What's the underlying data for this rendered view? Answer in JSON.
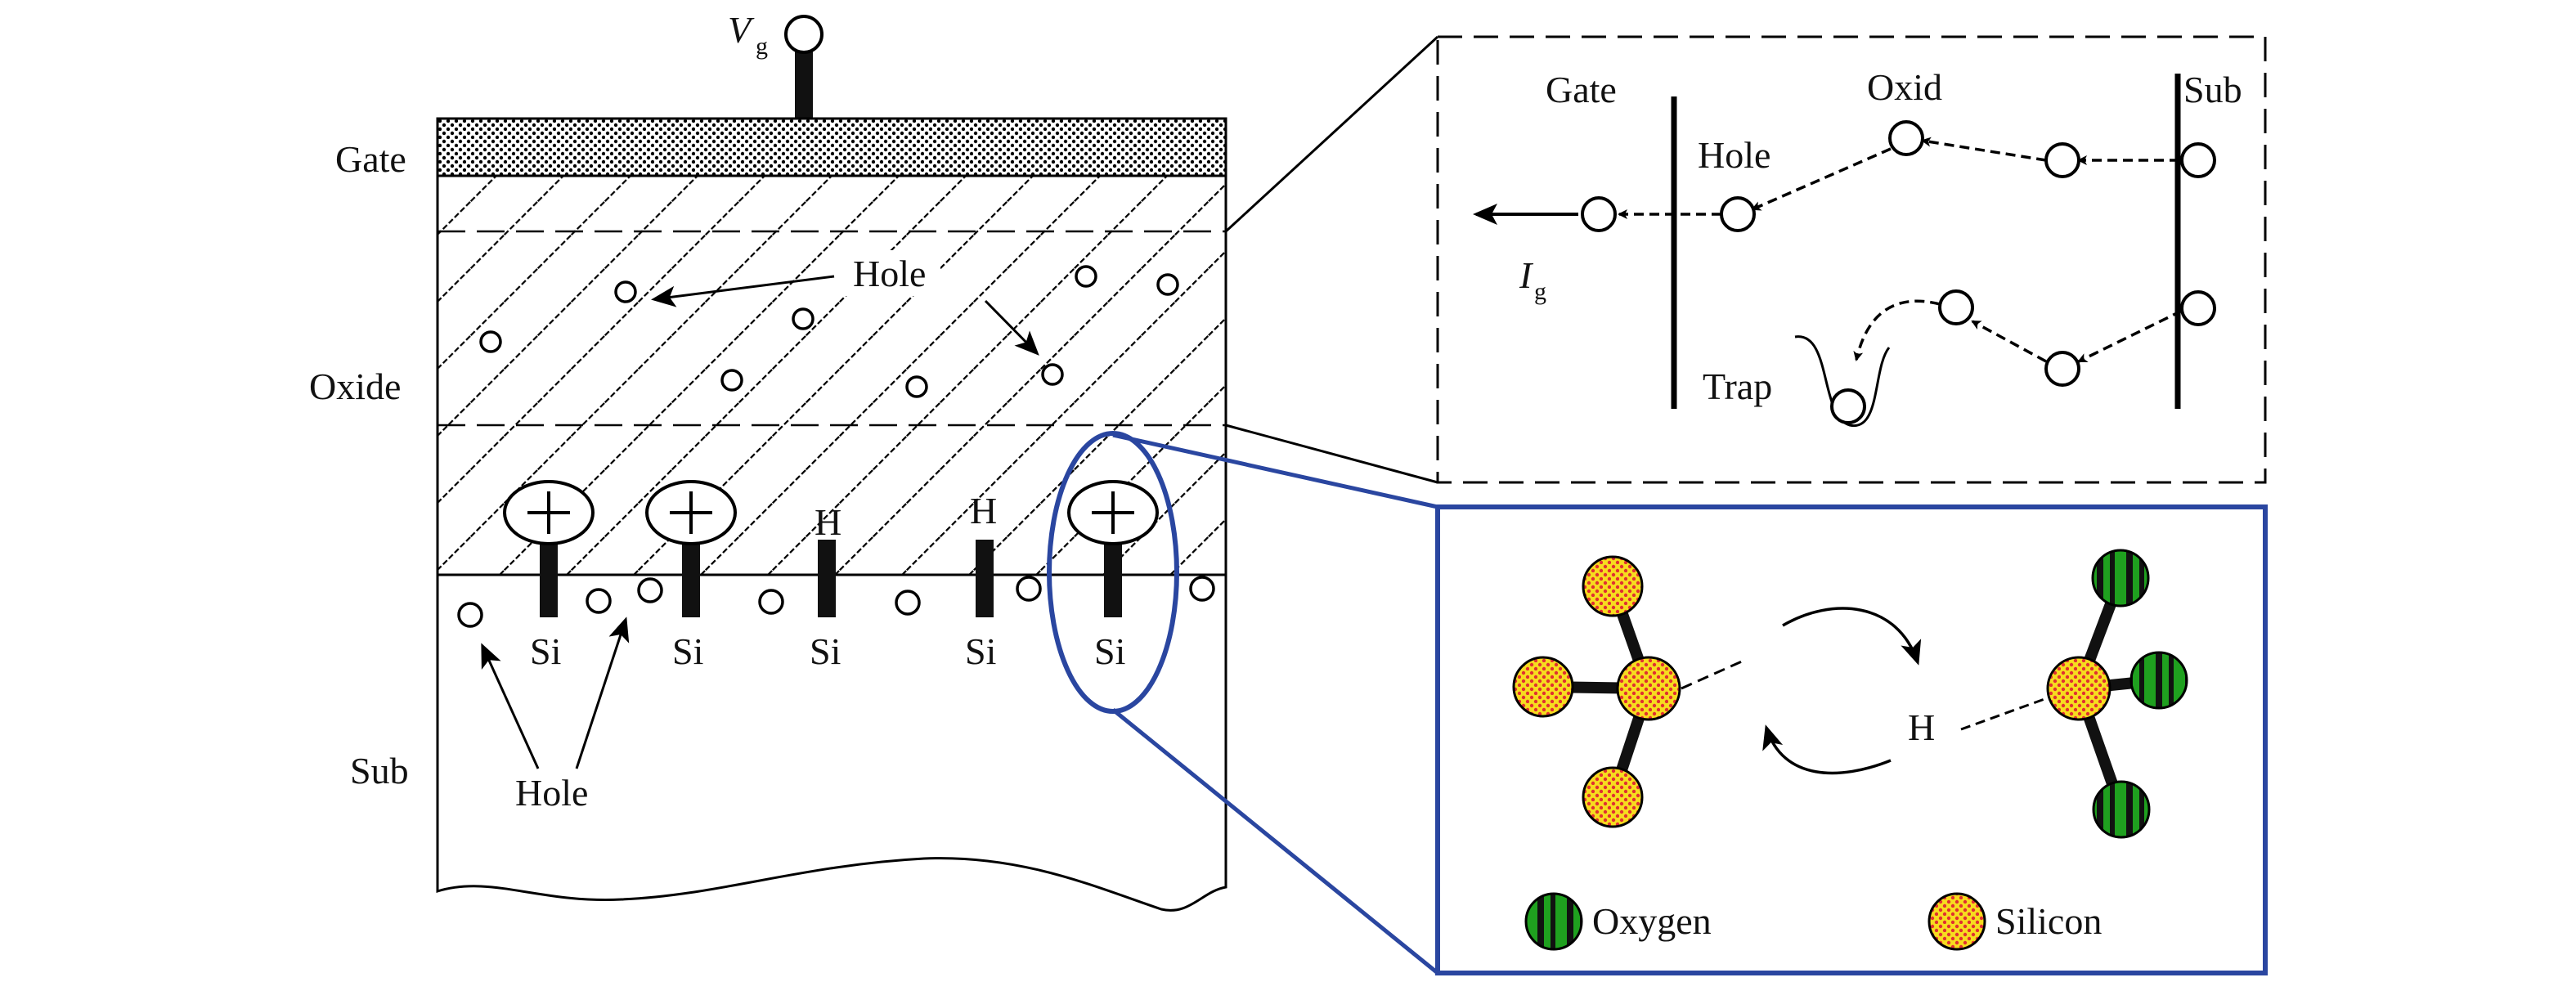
{
  "device": {
    "gate_voltage_label": "V",
    "gate_voltage_subscript": "g",
    "layers": {
      "gate": "Gate",
      "oxide": "Oxide",
      "substrate": "Sub"
    },
    "oxide_hole_label": "Hole",
    "substrate_hole_label": "Hole",
    "interface_sites": [
      {
        "top": "+",
        "bottom": "Si"
      },
      {
        "top": "+",
        "bottom": "Si"
      },
      {
        "top": "H",
        "bottom": "Si"
      },
      {
        "top": "H",
        "bottom": "Si"
      },
      {
        "top": "+",
        "bottom": "Si"
      }
    ]
  },
  "band_panel": {
    "regions": {
      "gate": "Gate",
      "oxide": "Oxid",
      "substrate": "Sub"
    },
    "hole_label": "Hole",
    "current_label": "I",
    "current_subscript": "g",
    "trap_label": "Trap"
  },
  "molecule_panel": {
    "hydrogen_label": "H",
    "legend": {
      "oxygen": "Oxygen",
      "silicon": "Silicon"
    },
    "colors": {
      "oxygen_green": "#1fa01f",
      "oxygen_stripe": "#111111",
      "silicon_fill": "#f7dc1f",
      "silicon_dots": "#e03030",
      "panel_border": "#2a46a0"
    }
  }
}
